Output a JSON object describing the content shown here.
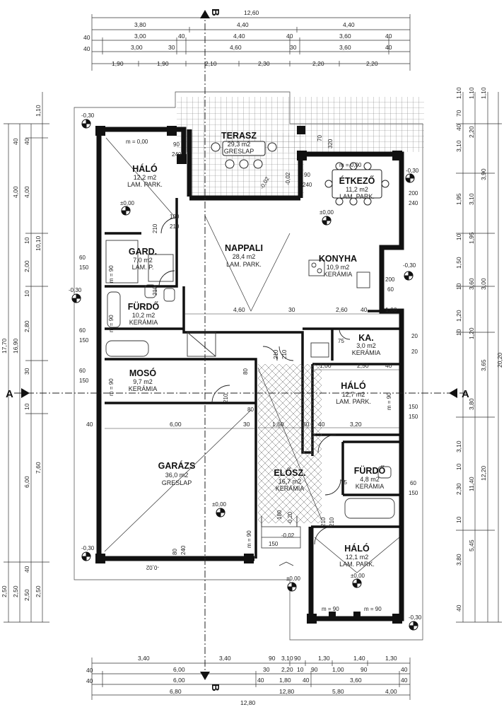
{
  "dims_top": {
    "total": "12,60",
    "row1": [
      "3,80",
      "4,40",
      "4,40"
    ],
    "row2": [
      "40",
      "3,00",
      "40",
      "4,40",
      "40",
      "3,60",
      "40"
    ],
    "row3": [
      "40",
      "3,00",
      "30",
      "4,60",
      "30",
      "3,60",
      "40"
    ],
    "row4": [
      "1,90",
      "1,90",
      "2,10",
      "2,30",
      "2,20",
      "2,20"
    ]
  },
  "dims_bottom": {
    "row1": [
      "3,40",
      "3,40",
      "90",
      "3,10",
      "90",
      "1,30",
      "1,40",
      "1,30"
    ],
    "row2": [
      "40",
      "6,00",
      "30",
      "2,20",
      "10",
      "90",
      "1,00",
      "90",
      "40"
    ],
    "row3": [
      "40",
      "6,00",
      "40",
      "1,80",
      "40",
      "3,60",
      "40"
    ],
    "row4": [
      "6,80",
      "12,80",
      "5,80",
      "4,00"
    ],
    "total": "12,80"
  },
  "dims_left": {
    "outer": [
      "17,70",
      "2,50"
    ],
    "mid": [
      "16,90",
      "2,50"
    ],
    "col1": [
      "1,10",
      "10,10",
      "7,60",
      "2,50"
    ],
    "col2": [
      "40",
      "4,00",
      "10",
      "2,00",
      "10",
      "2,80",
      "30",
      "10",
      "6,00",
      "40",
      "2,50"
    ],
    "col3": [
      "40",
      "4,00",
      "10",
      "2,00",
      "10",
      "2,80",
      "30",
      "10",
      "6,00",
      "40",
      "2,50"
    ]
  },
  "dims_right": {
    "outer": [
      "20,20"
    ],
    "col1": [
      "1,10",
      "3,90",
      "3,00",
      "3,65",
      "12,20"
    ],
    "col2": [
      "1,10",
      "2,20",
      "3,10",
      "1,95",
      "3,60",
      "1,20",
      "3,80",
      "11,40",
      "5,45"
    ],
    "col3": [
      "1,10",
      "70",
      "40",
      "3,10",
      "1,95",
      "10",
      "1,50",
      "10",
      "1,20",
      "10",
      "3,10",
      "10",
      "2,30",
      "10",
      "3,80",
      "40"
    ]
  },
  "rooms": [
    {
      "name": "HÁLÓ",
      "area": "12,2 m2",
      "floor": "LAM. PARK."
    },
    {
      "name": "GARD.",
      "area": "7,0 m2",
      "floor": "LAM. P."
    },
    {
      "name": "FÜRDŐ",
      "area": "10,2 m2",
      "floor": "KERÁMIA"
    },
    {
      "name": "MOSÓ",
      "area": "9,7 m2",
      "floor": "KERÁMIA"
    },
    {
      "name": "GARÁZS",
      "area": "36,0 m2",
      "floor": "GRESLAP"
    },
    {
      "name": "TERASZ",
      "area": "29,3 m2",
      "floor": "GRESLAP"
    },
    {
      "name": "NAPPALI",
      "area": "28,4 m2",
      "floor": "LAM. PARK."
    },
    {
      "name": "ÉTKEZŐ",
      "area": "11,2 m2",
      "floor": "LAM. PARK."
    },
    {
      "name": "KONYHA",
      "area": "10,9 m2",
      "floor": "KERÁMIA"
    },
    {
      "name": "KA.",
      "area": "3,0 m2",
      "floor": "KERÁMIA"
    },
    {
      "name": "HÁLÓ",
      "area": "12,7 m2",
      "floor": "LAM. PARK."
    },
    {
      "name": "ELŐSZ.",
      "area": "16,7 m2",
      "floor": "KERÁMIA"
    },
    {
      "name": "FÜRDŐ",
      "area": "4,8 m2",
      "floor": "KERÁMIA"
    },
    {
      "name": "HÁLÓ",
      "area": "12,1 m2",
      "floor": "LAM. PARK."
    }
  ],
  "interior_dims": [
    "6,00",
    "4,60",
    "30",
    "2,60",
    "40",
    "1,00",
    "3,20",
    "1,60",
    "60",
    "40",
    "1,00",
    "2,50",
    "40",
    "30",
    "40"
  ],
  "levels": [
    "-0,30",
    "±0,00",
    "-0,02",
    "-0,20"
  ],
  "notes": {
    "m0": "m = 0,00",
    "m90": "m = 90",
    "d200": "200",
    "d240": "240",
    "d210": "210",
    "d100": "100",
    "d90": "90",
    "d150": "150",
    "d60": "60",
    "d20": "20",
    "d75": "75",
    "d80": "80",
    "d320": "320",
    "d70": "70",
    "d180": "180"
  },
  "section_markers": {
    "a": "A",
    "b": "B"
  }
}
